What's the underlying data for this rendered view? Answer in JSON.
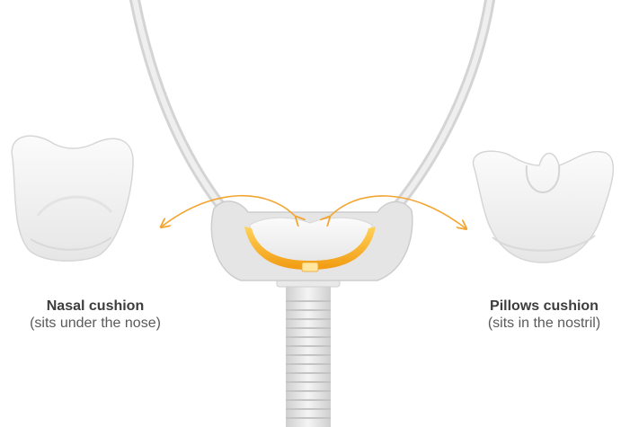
{
  "labels": {
    "nasal": {
      "title": "Nasal cushion",
      "subtitle": "(sits under the nose)"
    },
    "pillows": {
      "title": "Pillows cushion",
      "subtitle": "(sits in the nostril)"
    }
  },
  "colors": {
    "accent_orange": "#f0a020",
    "accent_orange_bright": "#ffc229",
    "cushion_white": "#f3f3f3",
    "frame_gray": "#cfcfcf",
    "tube_gray": "#d8d8d8",
    "text": "#4a4a4a"
  },
  "icons": [
    "arrow-left-curve-icon",
    "arrow-right-curve-icon"
  ]
}
